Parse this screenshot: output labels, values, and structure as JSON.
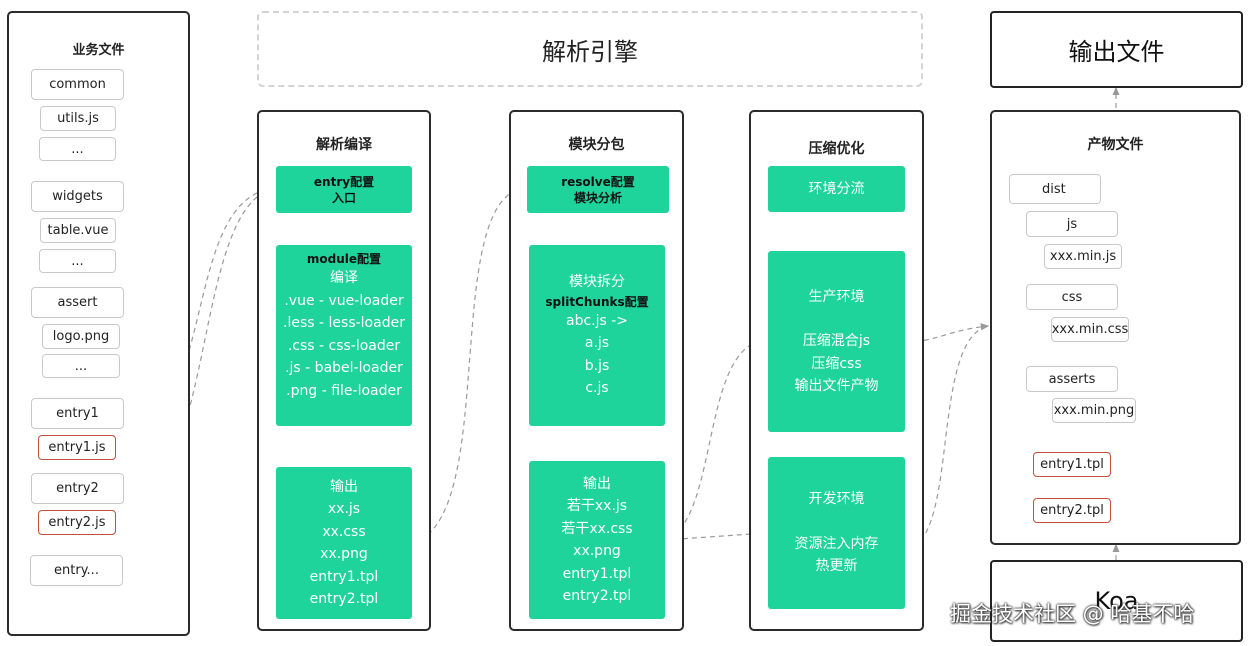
{
  "engine": {
    "title": "解析引擎"
  },
  "source_panel": {
    "title": "业务文件",
    "items": [
      "common",
      "utils.js",
      "...",
      "widgets",
      "table.vue",
      "...",
      "assert",
      "logo.png",
      "...",
      "entry1",
      "entry1.js",
      "entry2",
      "entry2.js",
      "entry..."
    ]
  },
  "parse_panel": {
    "title": "解析编译",
    "entry": {
      "line1": "entry配置",
      "line2": "入口"
    },
    "module": {
      "head": "module配置",
      "lines": [
        "编译",
        ".vue - vue-loader",
        ".less - less-loader",
        ".css - css-loader",
        ".js - babel-loader",
        ".png - file-loader"
      ]
    },
    "output": {
      "lines": [
        "输出",
        "xx.js",
        "xx.css",
        "xx.png",
        "entry1.tpl",
        "entry2.tpl"
      ]
    }
  },
  "split_panel": {
    "title": "模块分包",
    "resolve": {
      "line1": "resolve配置",
      "line2": "模块分析"
    },
    "split": {
      "line1": "模块拆分",
      "head": "splitChunks配置",
      "lines": [
        "abc.js ->",
        "a.js",
        "b.js",
        "c.js"
      ]
    },
    "output": {
      "lines": [
        "输出",
        "若干xx.js",
        "若干xx.css",
        "xx.png",
        "entry1.tpl",
        "entry2.tpl"
      ]
    }
  },
  "compress_panel": {
    "title": "压缩优化",
    "env_split": "环境分流",
    "prod": {
      "lines": [
        "生产环境",
        "",
        "压缩混合js",
        "压缩css",
        "输出文件产物"
      ]
    },
    "dev": {
      "lines": [
        "开发环境",
        "",
        "资源注入内存",
        "热更新"
      ]
    }
  },
  "output_box": {
    "title": "输出文件"
  },
  "product_panel": {
    "title": "产物文件",
    "items": [
      "dist",
      "js",
      "xxx.min.js",
      "css",
      "xxx.min.css",
      "asserts",
      "xxx.min.png",
      "entry1.tpl",
      "entry2.tpl"
    ]
  },
  "koa_box": {
    "title": "Koa"
  },
  "watermark": "掘金技术社区 @ 哈基不哈",
  "colors": {
    "accent": "#1fd49a",
    "highlight_border": "#c0503a",
    "panel_border": "#2b2b2b"
  }
}
